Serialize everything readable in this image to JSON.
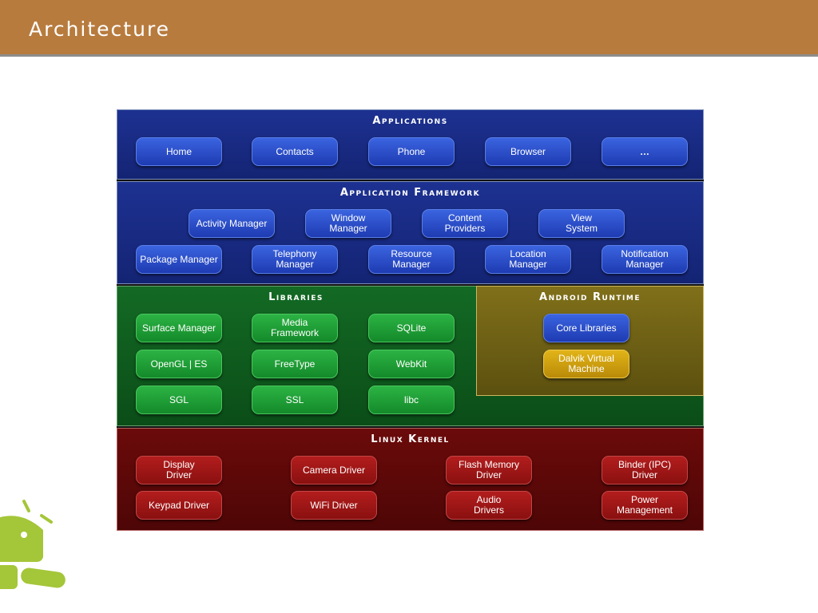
{
  "slide": {
    "title": "Architecture"
  },
  "colors": {
    "header_bar": "#b87b3e",
    "layer_blue": "#1d3191",
    "layer_green": "#136a24",
    "layer_red": "#6b0a0a",
    "layer_olive": "#80701a",
    "box_blue": "#2f52d0",
    "box_green": "#20a036",
    "box_red": "#a21717",
    "box_yellow": "#d3a311",
    "logo_green": "#a4c639"
  },
  "layers": {
    "applications": {
      "title": "Applications",
      "items": [
        "Home",
        "Contacts",
        "Phone",
        "Browser",
        "…"
      ]
    },
    "framework": {
      "title": "Application Framework",
      "items": [
        "Activity Manager",
        "Window\nManager",
        "Content\nProviders",
        "View\nSystem",
        "Package Manager",
        "Telephony\nManager",
        "Resource\nManager",
        "Location\nManager",
        "Notification\nManager"
      ]
    },
    "libraries": {
      "title": "Libraries",
      "items": [
        "Surface Manager",
        "Media\nFramework",
        "SQLite",
        "OpenGL | ES",
        "FreeType",
        "WebKit",
        "SGL",
        "SSL",
        "libc"
      ]
    },
    "runtime": {
      "title": "Android Runtime",
      "items": [
        "Core Libraries",
        "Dalvik Virtual\nMachine"
      ]
    },
    "kernel": {
      "title": "Linux Kernel",
      "items": [
        "Display\nDriver",
        "Camera Driver",
        "Flash Memory\nDriver",
        "Binder (IPC)\nDriver",
        "Keypad Driver",
        "WiFi Driver",
        "Audio\nDrivers",
        "Power\nManagement"
      ]
    }
  },
  "logo": {
    "icon": "android-robot-icon"
  }
}
